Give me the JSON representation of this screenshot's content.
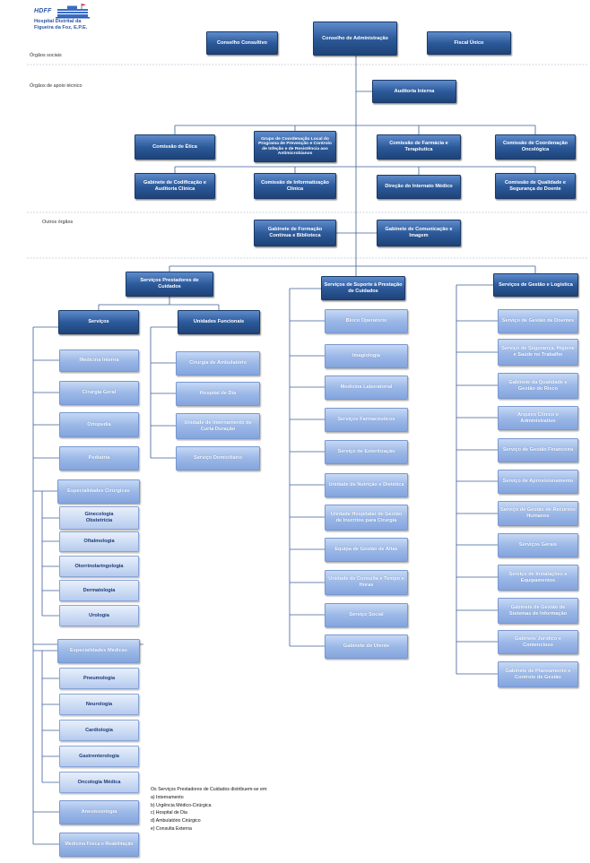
{
  "logo": {
    "abbr": "HDFF",
    "line1": "Hospital Distrital da",
    "line2": "Figueira da Foz, E.P.E."
  },
  "section_labels": {
    "orgaos_sociais": "Órgãos sociais",
    "apoio_tecnico": "Órgãos de apoio técnico",
    "outros_orgaos": "Outros órgãos"
  },
  "orgaos_sociais": {
    "conselho_consultivo": "Conselho Consultivo",
    "conselho_administracao": "Conselho de Administração",
    "fiscal_unico": "Fiscal Único"
  },
  "apoio_tecnico": {
    "auditoria_interna": "Auditoria Interna",
    "row1": [
      "Comissão de Ética",
      "Grupo de Coordenação Local do Programa de Prevenção e Controlo de Infeção e de Resistência aos Antimicrobianos",
      "Comissão de Farmácia e Terapêutica",
      "Comissão de Coordenação Oncológica"
    ],
    "row2": [
      "Gabinete de Codificação e Auditoria Clínica",
      "Comissão de Informatização Clínica",
      "Direção do Internato Médico",
      "Comissão de Qualidade e Segurança do Doente"
    ]
  },
  "outros_orgaos": [
    "Gabinete de Formação Contínua e Biblioteca",
    "Gabinete de Comunicação e Imagem"
  ],
  "prestadores": {
    "title": "Serviços Prestadores de Cuidados",
    "servicos": {
      "title": "Serviços",
      "items": [
        "Medicina Interna",
        "Cirurgia Geral",
        "Ortopedia",
        "Pediatria"
      ],
      "especialidades_cirurgicas": {
        "title": "Especialidades Cirúrgicas",
        "items": [
          "Ginecologia Obstetrícia",
          "Oftalmologia",
          "Otorrinolaringologia",
          "Dermatologia",
          "Urologia"
        ]
      },
      "especialidades_medicas": {
        "title": "Especialidades Médicas",
        "items": [
          "Pneumologia",
          "Neurologia",
          "Cardiologia",
          "Gastrenterologia",
          "Oncologia Médica"
        ]
      },
      "outros": [
        "Anestesiologia",
        "Medicina Física e Reabilitação"
      ]
    },
    "unidades_funcionais": {
      "title": "Unidades Funcionais",
      "items": [
        "Cirurgia de Ambulatório",
        "Hospital de Dia",
        "Unidade de Internamento de Curta Duração",
        "Serviço Domiciliário"
      ]
    }
  },
  "suporte": {
    "title": "Serviços de Suporte à Prestação de Cuidados",
    "items": [
      "Bloco Operatório",
      "Imagiologia",
      "Medicina Laboratorial",
      "Serviços Farmacêuticos",
      "Serviço de Esterilização",
      "Unidade de Nutrição e Dietética",
      "Unidade Hospitalar de Gestão de Inscritos para Cirurgia",
      "Equipa de Gestão de Altas",
      "Unidade de Consulta e Tempo e Horas",
      "Serviço Social",
      "Gabinete do Utente"
    ]
  },
  "gestao": {
    "title": "Serviços de Gestão e Logística",
    "items": [
      "Serviço de Gestão de Doentes",
      "Serviço de Segurança, Higiene e Saúde no Trabalho",
      "Gabinete da Qualidade e Gestão do Risco",
      "Arquivo Clínico e Administrativo",
      "Serviço de Gestão Financeira",
      "Serviço de Aprovisionamento",
      "Serviço de Gestão de Recursos Humanos",
      "Serviços Gerais",
      "Serviço de Instalações e Equipamentos",
      "Gabinete de Gestão de Sistemas de Informação",
      "Gabinete Jurídico e Contencioso",
      "Gabinete de Planeamento e Controlo de Gestão"
    ]
  },
  "nota": {
    "intro": "Os Serviços Prestadores de Cuidados distribuem-se em:",
    "items": [
      "a) Internamento",
      "b) Urgência Médico-Cirúrgica",
      "c) Hospital de Dia",
      "d) Ambulatório Cirúrgico",
      "e) Consulta Externa"
    ]
  },
  "colors": {
    "brand": "#2d57a6",
    "box_dark": "#2c5a9a",
    "box_light": "#9bb8e7",
    "box_sub": "#ccdcf4",
    "sub_text": "#1e3b78",
    "connector": "#3d5f96",
    "separator": "#9aa9c2"
  }
}
